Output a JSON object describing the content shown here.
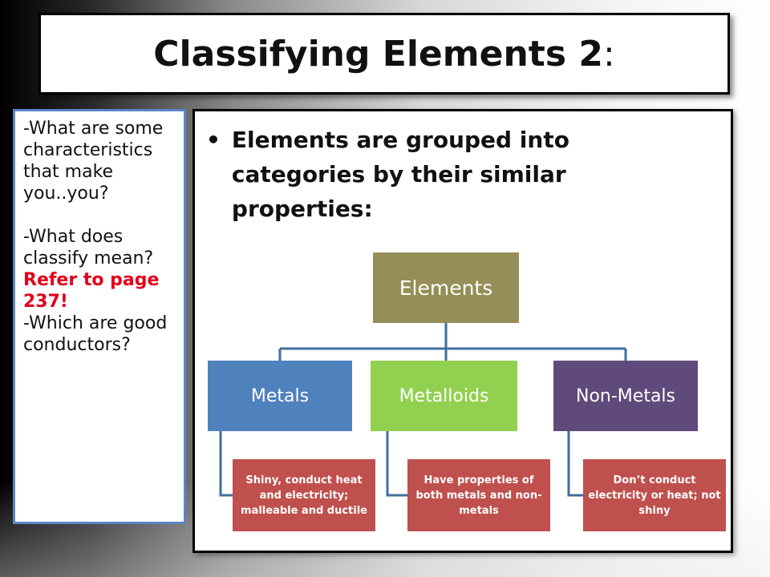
{
  "slide": {
    "title_main": "Classifying Elements 2",
    "title_colon": ":"
  },
  "sidebar": {
    "lines": [
      "-What are some characteristics that make you..you?",
      "-What does classify mean?"
    ],
    "highlight": "Refer to page 237!",
    "last_line": "-Which are good conductors?"
  },
  "content": {
    "bullet_symbol": "•",
    "bullet": "Elements are grouped into categories by their similar properties:"
  },
  "diagram": {
    "root": "Elements",
    "categories": [
      {
        "label": "Metals",
        "description": "Shiny, conduct heat and electricity; malleable and ductile",
        "color": "#4f81bd"
      },
      {
        "label": "Metalloids",
        "description": "Have properties of both metals and non-metals",
        "color": "#92d050"
      },
      {
        "label": "Non-Metals",
        "description": "Don’t conduct electricity or heat; not shiny",
        "color": "#604a7b"
      }
    ],
    "root_color": "#958f57",
    "description_color": "#c0504d",
    "connector_color": "#3f6f9e"
  }
}
